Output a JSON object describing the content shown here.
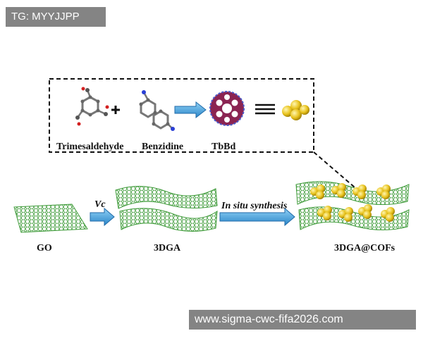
{
  "watermarks": {
    "top": "TG: MYYJJPP",
    "bottom": "www.sigma-cwc-fifa2026.com"
  },
  "molecules": {
    "aldehyde": "Trimesaldehyde",
    "amine": "Benzidine",
    "cof": "TbBd"
  },
  "steps": {
    "reduction": "Vc",
    "synthesis": "In situ synthesis"
  },
  "materials": {
    "go": "GO",
    "aerogel": "3DGA",
    "composite": "3DGA@COFs"
  },
  "colors": {
    "graphene": "#3f9b3a",
    "arrow": "#3d9ad8",
    "cof_crystal": "#e8c21c",
    "cof_framework": "#8b2452"
  },
  "icons": {
    "plus": "plus-icon",
    "equivalence": "triple-bar-icon"
  }
}
